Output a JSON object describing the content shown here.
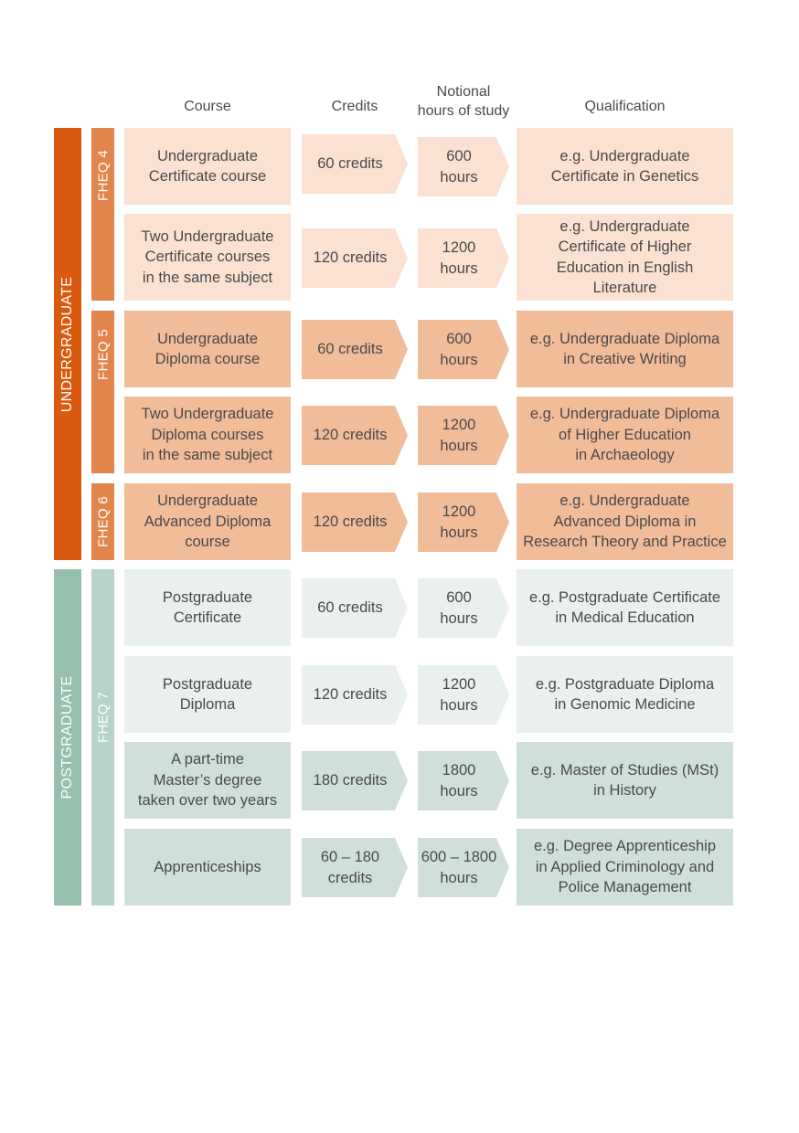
{
  "headers": {
    "course": "Course",
    "credits": "Credits",
    "hours": "Notional\nhours of study",
    "qualification": "Qualification"
  },
  "bands": {
    "undergraduate": "UNDERGRADUATE",
    "postgraduate": "POSTGRADUATE"
  },
  "levels": {
    "fheq4": "FHEQ 4",
    "fheq5": "FHEQ 5",
    "fheq6": "FHEQ 6",
    "fheq7": "FHEQ 7"
  },
  "colors": {
    "undergraduate_band": "#d95a0f",
    "undergraduate_level": "#e2854a",
    "postgraduate_band": "#96bfae",
    "postgraduate_level": "#b7d3c7",
    "fheq4_cell": "#fbe1d2",
    "fheq5_6_cell": "#f1bc98",
    "pg_light_cell": "#e9f0ee",
    "pg_dark_cell": "#cfe0d9"
  },
  "rows": [
    {
      "course": "Undergraduate\nCertificate course",
      "credits": "60 credits",
      "hours": "600\nhours",
      "qualification": "e.g. Undergraduate\nCertificate in Genetics"
    },
    {
      "course": "Two Undergraduate\nCertificate courses\nin the same subject",
      "credits": "120 credits",
      "hours": "1200\nhours",
      "qualification": "e.g. Undergraduate\nCertificate of Higher\nEducation in English\nLiterature"
    },
    {
      "course": "Undergraduate\nDiploma course",
      "credits": "60 credits",
      "hours": "600\nhours",
      "qualification": "e.g. Undergraduate Diploma\nin Creative Writing"
    },
    {
      "course": "Two Undergraduate\nDiploma courses\nin the same subject",
      "credits": "120 credits",
      "hours": "1200\nhours",
      "qualification": "e.g. Undergraduate Diploma\nof Higher Education\nin Archaeology"
    },
    {
      "course": "Undergraduate\nAdvanced Diploma\ncourse",
      "credits": "120 credits",
      "hours": "1200\nhours",
      "qualification": "e.g. Undergraduate\nAdvanced Diploma in\nResearch Theory and Practice"
    },
    {
      "course": "Postgraduate\nCertificate",
      "credits": "60 credits",
      "hours": "600\nhours",
      "qualification": "e.g. Postgraduate Certificate\nin Medical Education"
    },
    {
      "course": "Postgraduate\nDiploma",
      "credits": "120 credits",
      "hours": "1200\nhours",
      "qualification": "e.g. Postgraduate Diploma\nin Genomic Medicine"
    },
    {
      "course": "A part-time\nMaster’s degree\ntaken over two years",
      "credits": "180 credits",
      "hours": "1800\nhours",
      "qualification": "e.g. Master of Studies (MSt)\nin History"
    },
    {
      "course": "Apprenticeships",
      "credits": "60 – 180\ncredits",
      "hours": "600 – 1800\nhours",
      "qualification": "e.g. Degree Apprenticeship\nin Applied Criminology and\nPolice Management"
    }
  ]
}
